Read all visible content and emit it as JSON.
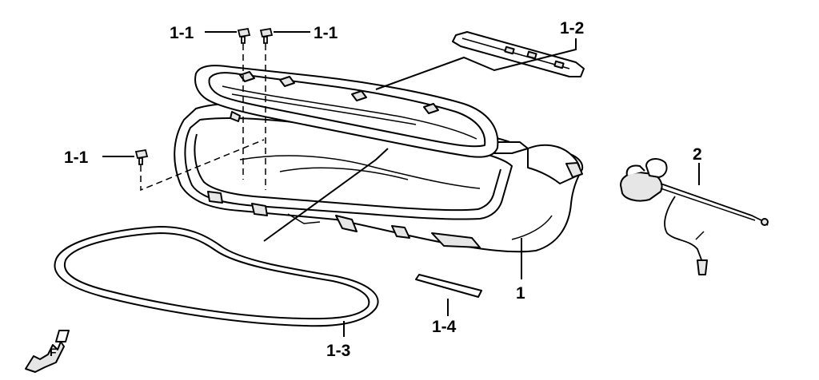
{
  "labels": {
    "bolt_top_left": "1-1",
    "bolt_top_right": "1-1",
    "bolt_left": "1-1",
    "cover_strip": "1-2",
    "seal": "1-3",
    "pad": "1-4",
    "body": "1",
    "lock_assembly": "2"
  },
  "icons": {
    "front_direction": "front-direction-arrow-icon",
    "front_letter": "F"
  },
  "colors": {
    "line": "#000000",
    "background": "#ffffff",
    "part_fill": "#ffffff",
    "shade": "#e6e6e6"
  }
}
